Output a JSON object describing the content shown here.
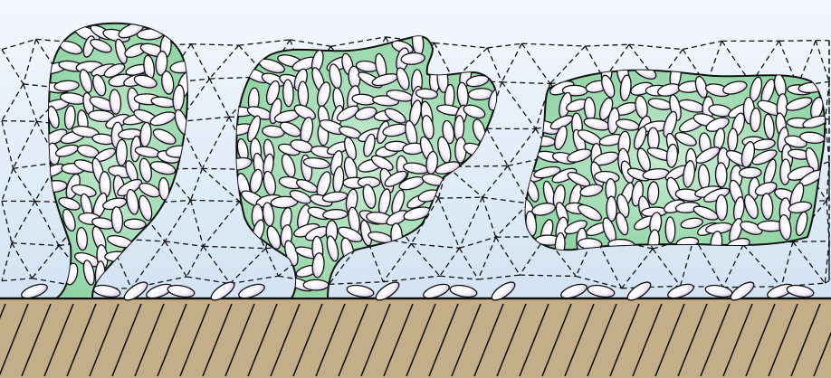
{
  "colors": {
    "sky_top": "#f3f8fc",
    "sky_bottom": "#d3e3f3",
    "matrix": "#8fd3a4",
    "matrix_inner": "#c8ebd2",
    "cell_fill": "#f7f3fb",
    "cell_shade": "#c7b8dc",
    "outline": "#111111",
    "surface": "#c4ae8a",
    "surface_top": "#8e7a5b"
  },
  "regions": [
    {
      "name": "biofilm-cluster-left"
    },
    {
      "name": "biofilm-cluster-middle"
    },
    {
      "name": "biofilm-cluster-right"
    }
  ],
  "features": {
    "network": "dashed-water-channel-network",
    "surface": "hatched-substratum",
    "attached_cells": "attached-cell-layer"
  }
}
